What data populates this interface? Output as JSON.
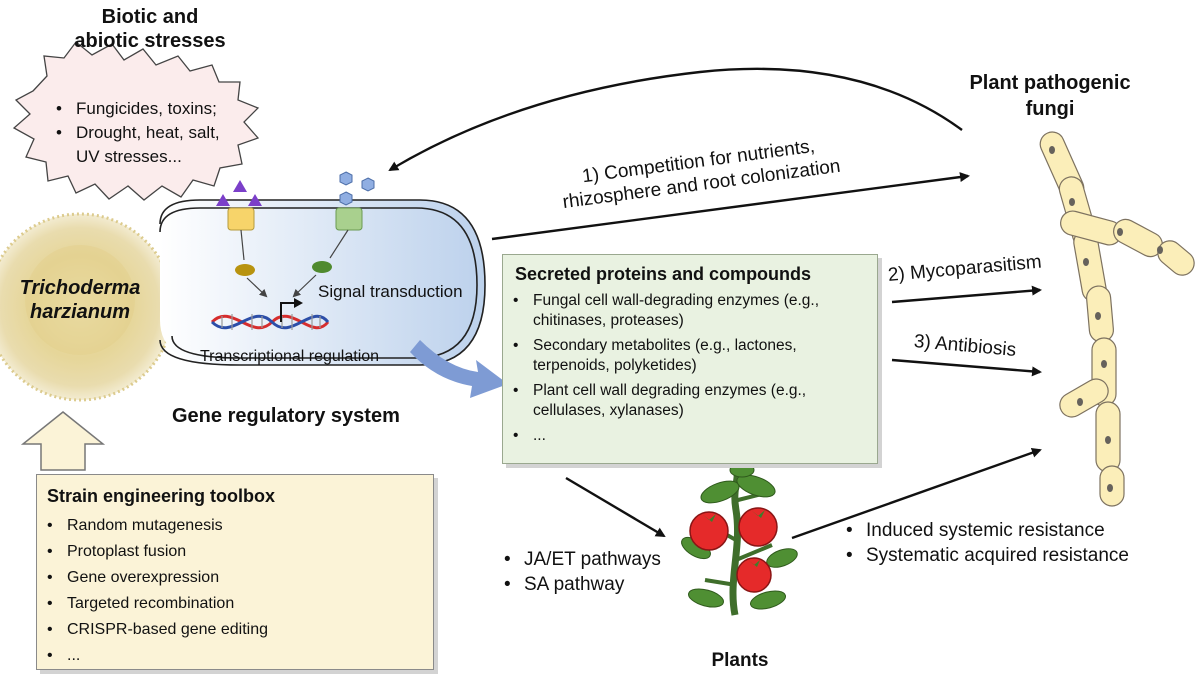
{
  "stresses": {
    "title_line1": "Biotic and",
    "title_line2": "abiotic stresses",
    "items": [
      "Fungicides, toxins;",
      "Drought, heat, salt,"
    ],
    "item_continuation": "UV stresses..."
  },
  "organism": {
    "name_line1": "Trichoderma",
    "name_line2": "harzianum"
  },
  "cell": {
    "signal_label": "Signal transduction",
    "transcription_label": "Transcriptional regulation",
    "system_label": "Gene regulatory system"
  },
  "toolbox": {
    "title": "Strain engineering toolbox",
    "items": [
      "Random mutagenesis",
      "Protoplast fusion",
      "Gene overexpression",
      "Targeted recombination",
      "CRISPR-based gene editing",
      "..."
    ]
  },
  "secreted": {
    "title": "Secreted proteins and compounds",
    "items": [
      {
        "line1": "Fungal cell wall-degrading enzymes (e.g.,",
        "line2": "chitinases, proteases)"
      },
      {
        "line1": "Secondary metabolites (e.g., lactones,",
        "line2": "terpenoids, polyketides)"
      },
      {
        "line1": "Plant cell wall degrading enzymes (e.g.,",
        "line2": "cellulases, xylanases)"
      },
      {
        "line1": "...",
        "line2": ""
      }
    ]
  },
  "interactions": {
    "competition_line1": "1) Competition for nutrients,",
    "competition_line2": "rhizosphere and root colonization",
    "mycoparasitism": "2) Mycoparasitism",
    "antibiosis": "3) Antibiosis"
  },
  "fungi": {
    "title_line1": "Plant pathogenic",
    "title_line2": "fungi"
  },
  "plants": {
    "label": "Plants",
    "pathways": [
      "JA/ET pathways",
      "SA pathway"
    ],
    "resistance": [
      "Induced systemic resistance",
      "Systematic acquired resistance"
    ]
  },
  "colors": {
    "toolbox_bg": "#fbf3d7",
    "secreted_bg": "#e9f2e1",
    "cell_fill": "#c8d9ef",
    "hypha_fill": "#fbeeb9",
    "arrow_blue": "#7e9bd4"
  },
  "icons": [
    "triangle-ligand-icon",
    "hexagon-ligand-icon",
    "dna-icon",
    "wrench-icon",
    "tomato-plant-icon",
    "hollow-up-arrow-icon"
  ]
}
